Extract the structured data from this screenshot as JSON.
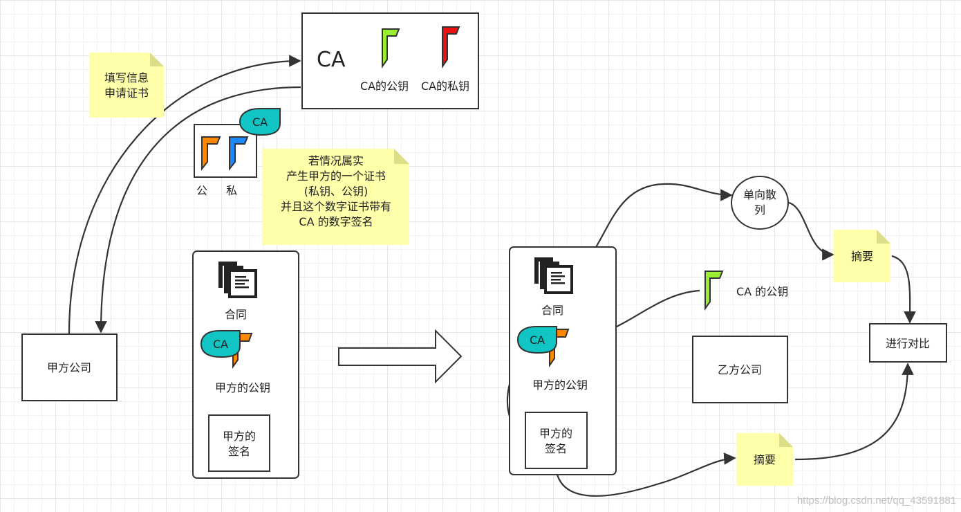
{
  "nodes": {
    "ca_box_title": "CA",
    "ca_public_key": "CA的公钥",
    "ca_private_key": "CA的私钥",
    "note_apply_line1": "填写信息",
    "note_apply_line2": "申请证书",
    "cert_badge": "CA",
    "cert_public": "公",
    "cert_private": "私",
    "note_issue_lines": [
      "若情况属实",
      "产生甲方的一个证书",
      "(私钥、公钥)",
      "并且这个数字证书带有",
      "CA 的数字签名"
    ],
    "party_a": "甲方公司",
    "party_b": "乙方公司",
    "contract_left": "合同",
    "ca_badge_left": "CA",
    "party_a_public_left": "甲方的公钥",
    "signature_left_line1": "甲方的",
    "signature_left_line2": "签名",
    "contract_right": "合同",
    "ca_badge_right": "CA",
    "party_a_public_right": "甲方的公钥",
    "signature_right_line1": "甲方的",
    "signature_right_line2": "签名",
    "hash_line1": "单向散",
    "hash_line2": "列",
    "digest_top": "摘要",
    "ca_public_key_right": "CA 的公钥",
    "compare": "进行对比",
    "digest_bottom": "摘要"
  },
  "watermark": "https://blog.csdn.net/qq_43591881",
  "colors": {
    "note_yellow": "#ffffaa",
    "badge_teal": "#12c5c5",
    "flag_green": "#99ee33",
    "flag_red": "#ee1111",
    "flag_orange": "#ff8800",
    "flag_blue": "#1e88ff",
    "stroke": "#333333"
  }
}
